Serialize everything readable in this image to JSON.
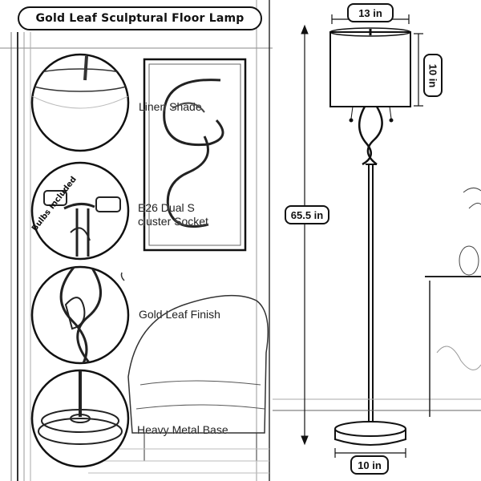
{
  "title": "Gold Leaf Sculptural Floor Lamp",
  "badge": "Bulbs Included",
  "features": [
    {
      "label": "Linen Shade",
      "icon": "lamp-shade-detail"
    },
    {
      "label": "E26 Dual S\ncluster Socket",
      "icon": "socket-detail"
    },
    {
      "label": "Gold Leaf Finish",
      "icon": "sculpture-detail"
    },
    {
      "label": "Heavy Metal Base",
      "icon": "base-detail"
    }
  ],
  "dimensions": {
    "shade_width": "13 in",
    "shade_height": "10 in",
    "total_height": "65.5 in",
    "base_width": "10 in"
  }
}
